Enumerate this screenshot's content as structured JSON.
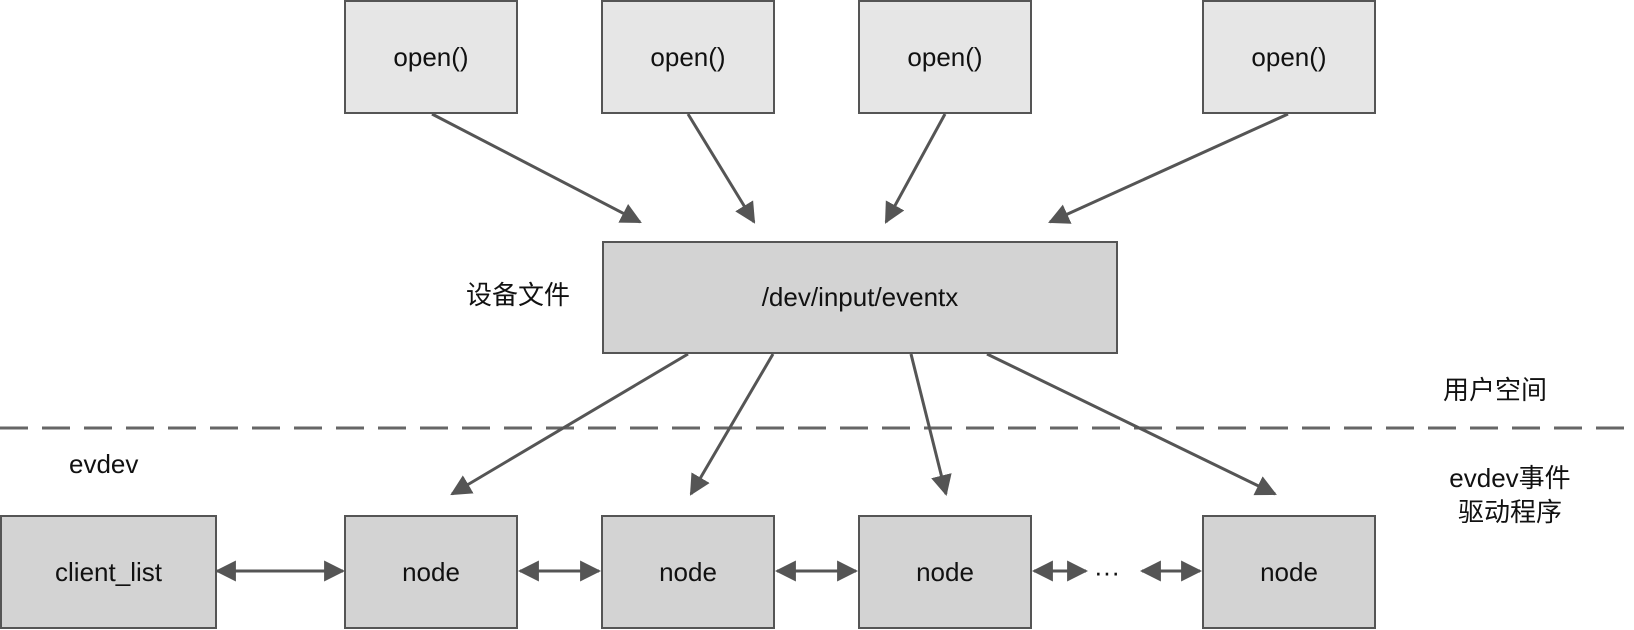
{
  "user_calls": [
    {
      "label": "open()"
    },
    {
      "label": "open()"
    },
    {
      "label": "open()"
    },
    {
      "label": "open()"
    }
  ],
  "device_file": {
    "caption": "设备文件",
    "path": "/dev/input/eventx"
  },
  "regions": {
    "user_space": "用户空间",
    "driver_line1": "evdev事件",
    "driver_line2": "驱动程序",
    "kernel_left": "evdev"
  },
  "list": {
    "head": "client_list",
    "nodes": [
      {
        "label": "node"
      },
      {
        "label": "node"
      },
      {
        "label": "node"
      },
      {
        "label": "node"
      }
    ],
    "ellipsis": "···"
  },
  "colors": {
    "box_light": "#e6e6e6",
    "box_mid": "#d3d3d3",
    "stroke": "#555555",
    "dash": "#666666"
  }
}
